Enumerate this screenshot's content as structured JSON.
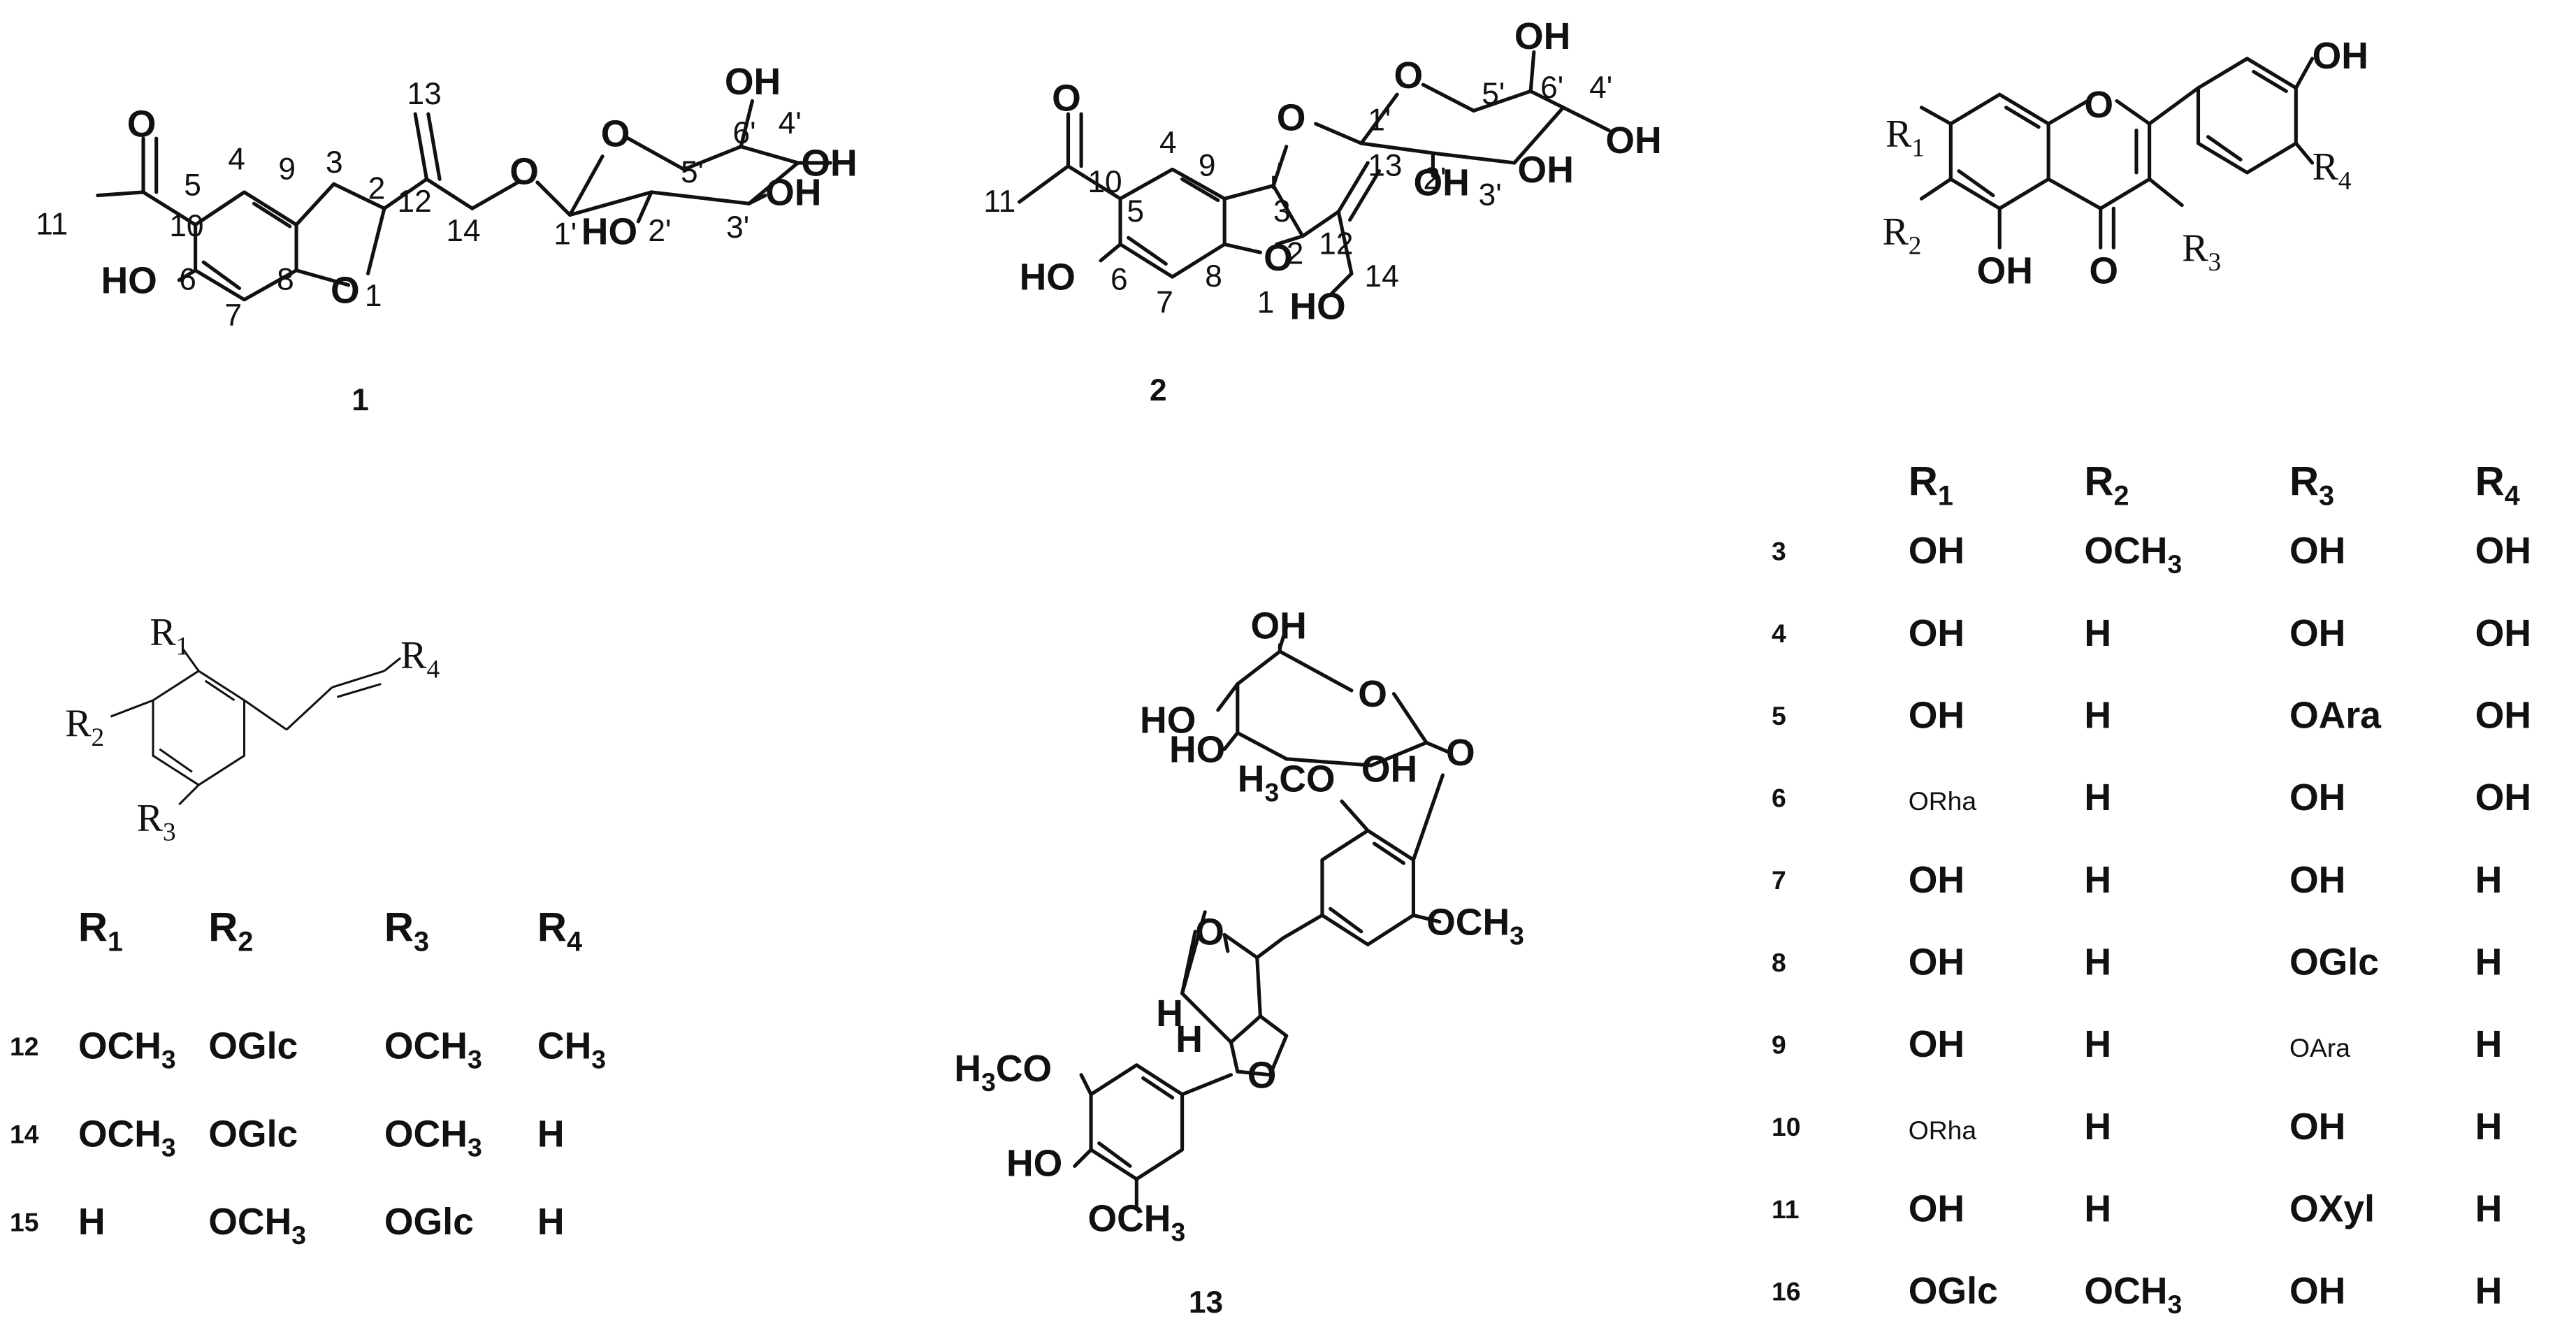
{
  "compound_labels": {
    "c1": "1",
    "c2": "2",
    "c13": "13"
  },
  "flavone_table": {
    "headers": [
      "R1",
      "R2",
      "R3",
      "R4"
    ],
    "rows": [
      {
        "id": "3",
        "r1": "OH",
        "r2": "OCH3",
        "r3": "OH",
        "r4": "OH"
      },
      {
        "id": "4",
        "r1": "OH",
        "r2": "H",
        "r3": "OH",
        "r4": "OH"
      },
      {
        "id": "5",
        "r1": "OH",
        "r2": "H",
        "r3": "OAra",
        "r4": "OH"
      },
      {
        "id": "6",
        "r1": "ORha",
        "r2": "H",
        "r3": "OH",
        "r4": "OH"
      },
      {
        "id": "7",
        "r1": "OH",
        "r2": "H",
        "r3": "OH",
        "r4": "H"
      },
      {
        "id": "8",
        "r1": "OH",
        "r2": "H",
        "r3": "OGlc",
        "r4": "H"
      },
      {
        "id": "9",
        "r1": "OH",
        "r2": "H",
        "r3": "OAra",
        "r4": "H"
      },
      {
        "id": "10",
        "r1": "ORha",
        "r2": "H",
        "r3": "OH",
        "r4": "H"
      },
      {
        "id": "11",
        "r1": "OH",
        "r2": "H",
        "r3": "OXyl",
        "r4": "H"
      },
      {
        "id": "16",
        "r1": "OGlc",
        "r2": "OCH3",
        "r3": "OH",
        "r4": "H"
      }
    ]
  },
  "phenylpropanoid_table": {
    "headers": [
      "R1",
      "R2",
      "R3",
      "R4"
    ],
    "rows": [
      {
        "id": "12",
        "r1": "OCH3",
        "r2": "OGlc",
        "r3": "OCH3",
        "r4": "CH3"
      },
      {
        "id": "14",
        "r1": "OCH3",
        "r2": "OGlc",
        "r3": "OCH3",
        "r4": "H"
      },
      {
        "id": "15",
        "r1": "H",
        "r2": "OCH3",
        "r3": "OGlc",
        "r4": "H"
      }
    ]
  }
}
